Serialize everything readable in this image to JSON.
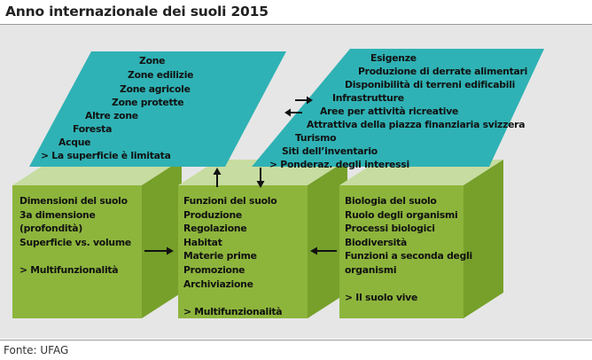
{
  "title": "Anno internazionale dei suoli 2015",
  "source": "Fonte: UFAG",
  "colors": {
    "teal": "#2fb2b5",
    "green_front": "#8db53c",
    "green_side": "#76a02a",
    "green_top": "#c7dca0",
    "panel": "#e6e6e6"
  },
  "top_left": {
    "items": [
      "Zone",
      "Zone edilizie",
      "Zone agricole",
      "Zone protette",
      "Altre zone",
      "Foresta",
      "Acque",
      "> La superficie è limitata"
    ]
  },
  "top_right": {
    "items": [
      "Esigenze",
      "Produzione di derrate alimentari",
      "Disponibilità di terreni edificabili",
      "Infrastrutture",
      "Aree per attività ricreative",
      "Attrattiva della piazza finanziaria svizzera",
      "Turismo",
      "Siti dell’inventario",
      "> Ponderaz. degli interessi"
    ]
  },
  "box_left": {
    "lines": [
      "Dimensioni del suolo",
      "3a dimensione",
      "(profondità)",
      "Superficie vs. volume",
      "",
      "> Multifunzionalità"
    ]
  },
  "box_mid": {
    "lines": [
      "Funzioni del suolo",
      "Produzione",
      "Regolazione",
      "Habitat",
      "Materie prime",
      "Promozione",
      "Archiviazione",
      "",
      "> Multifunzionalità"
    ]
  },
  "box_right": {
    "lines": [
      "Biologia del suolo",
      "Ruolo degli organismi",
      "Processi biologici",
      "Biodiversità",
      "Funzioni a seconda degli",
      "organismi",
      "",
      "> Il suolo vive"
    ]
  }
}
